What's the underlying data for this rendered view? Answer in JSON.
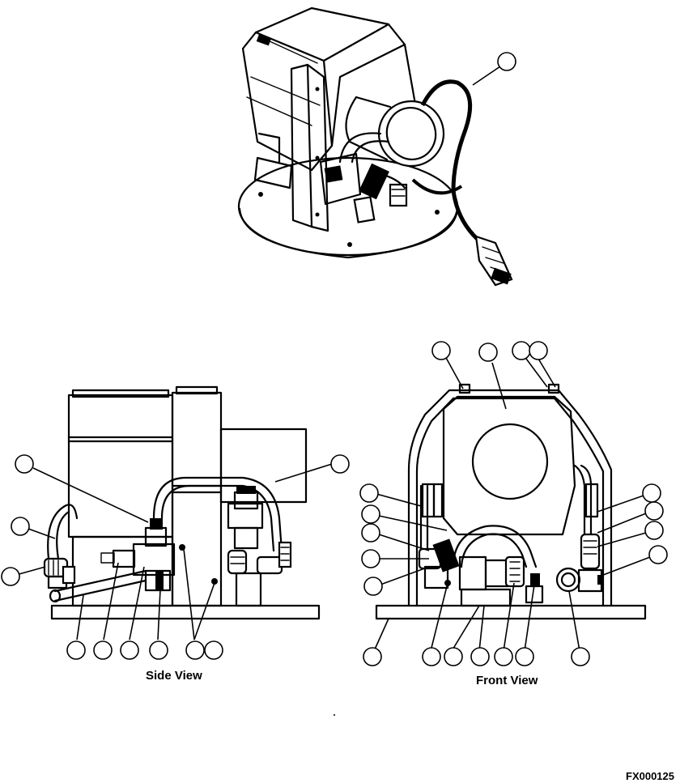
{
  "views": {
    "side_label": "Side View",
    "front_label": "Front View"
  },
  "figure_code": "FX000125",
  "icons": [
    "isometric-assembly-drawing",
    "side-view-drawing",
    "front-view-drawing",
    "callout-bubble"
  ]
}
